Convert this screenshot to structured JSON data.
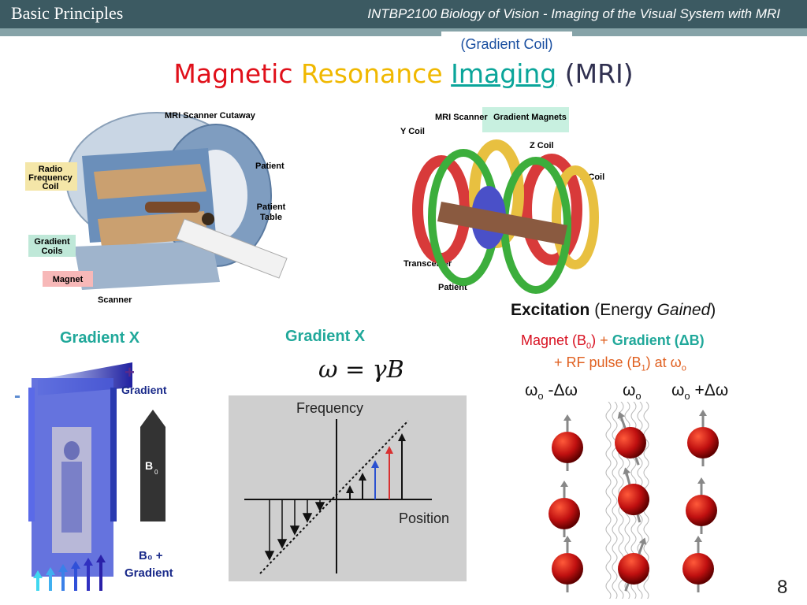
{
  "header": {
    "section": "Basic Principles",
    "course": "INTBP2100 Biology of Vision - Imaging of the Visual System with MRI"
  },
  "subtitle": "(Gradient Coil)",
  "title": {
    "part1": "Magnetic",
    "part2": "Resonance",
    "part3": "Imaging",
    "part4": "(MRI)"
  },
  "cutaway": {
    "title": "MRI Scanner Cutaway",
    "labels": {
      "rf_line1": "Radio",
      "rf_line2": "Frequency",
      "rf_line3": "Coil",
      "patient": "Patient",
      "table_line1": "Patient",
      "table_line2": "Table",
      "gradient_line1": "Gradient",
      "gradient_line2": "Coils",
      "magnet": "Magnet",
      "scanner": "Scanner"
    }
  },
  "gradient_magnets": {
    "title_a": "MRI Scanner",
    "title_b": "Gradient Magnets",
    "labels": {
      "y": "Y Coil",
      "z": "Z Coil",
      "x": "X Coil",
      "transceiver": "Transceiver",
      "patient": "Patient"
    }
  },
  "gradient_left": {
    "heading": "Gradient X",
    "plus": "+",
    "minus": "-",
    "gradient_word": "Gradient",
    "b_symbol": "B",
    "b_sub": "0",
    "b0_line1": "B₀ +",
    "b0_line2": "Gradient"
  },
  "gradient_center": {
    "heading": "Gradient X",
    "equation": "ω = γB",
    "frequency": "Frequency",
    "position": "Position"
  },
  "excitation": {
    "title": "Excitation",
    "subtitle_pre": "(Energy ",
    "subtitle_it": "Gained",
    "subtitle_post": ")",
    "line1_a": "Magnet (B",
    "line1_sub": "0",
    "line1_b": ")",
    "line1_plus": " + ",
    "line1_c": "Gradient (ΔB)",
    "line2_a": "+ RF pulse (B",
    "line2_sub": "1",
    "line2_b": ") at ω",
    "line2_sub2": "o",
    "col1_a": "ω",
    "col1_sub": "o",
    "col1_b": " -Δω",
    "col2_a": "ω",
    "col2_sub": "o",
    "col3_a": "ω",
    "col3_sub": "o",
    "col3_b": " +Δω"
  },
  "page_number": "8",
  "colors": {
    "header": "#3c5a62",
    "title_red": "#e0101a",
    "title_yellow": "#f0b800",
    "title_teal": "#0aa59a",
    "gradient_label": "#20a89a"
  }
}
